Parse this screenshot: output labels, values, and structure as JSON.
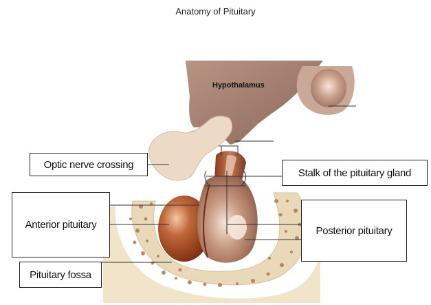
{
  "title": "Anatomy of Pituitary",
  "labels": {
    "hypothalamus": "Hypothalamus",
    "optic_nerve_crossing": "Optic nerve crossing",
    "stalk": "Stalk of the pituitary gland",
    "anterior_pituitary": "Anterior pituitary",
    "posterior_pituitary": "Posterior pituitary",
    "pituitary_fossa": "Pituitary fossa"
  },
  "colors": {
    "brain_tissue": "#9b7868",
    "optic_nerve": "#ecd9c6",
    "anterior_lobe": "#a2441e",
    "posterior_lobe": "#a86a52",
    "bone": "#ead9b8",
    "bone_speckle": "#a87a52"
  }
}
